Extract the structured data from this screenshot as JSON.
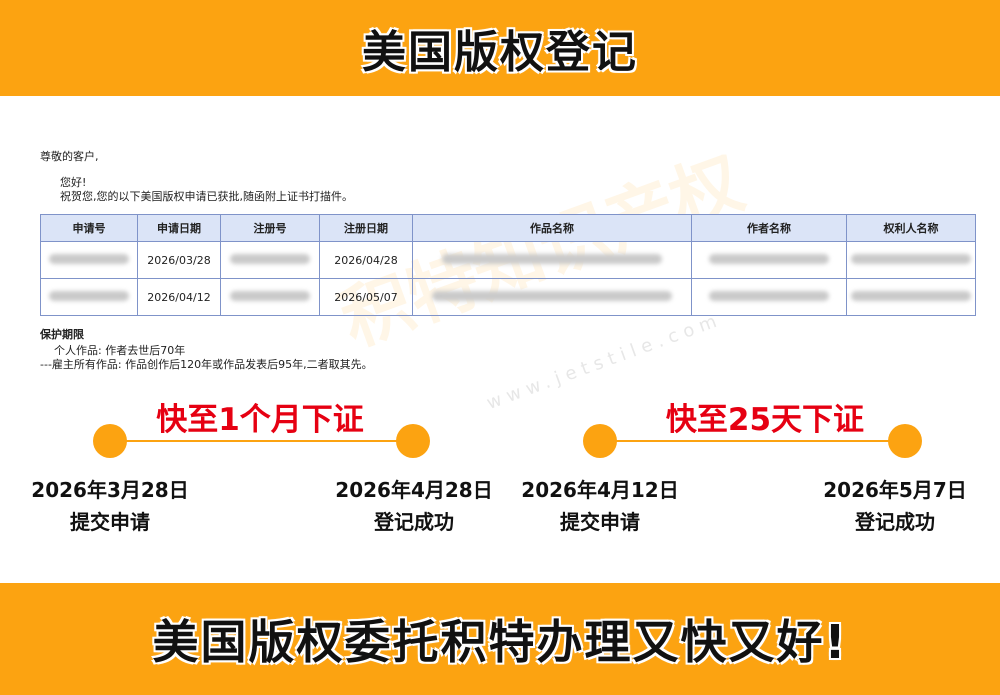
{
  "header": {
    "title": "美国版权登记"
  },
  "letter": {
    "greeting": "尊敬的客户,",
    "hello": "您好!",
    "congrats": "祝贺您,您的以下美国版权申请已获批,随函附上证书打描件。",
    "table": {
      "columns": [
        "申请号",
        "申请日期",
        "注册号",
        "注册日期",
        "作品名称",
        "作者名称",
        "权利人名称"
      ],
      "rows": [
        {
          "app_date": "2026/03/28",
          "reg_date": "2026/04/28"
        },
        {
          "app_date": "2026/04/12",
          "reg_date": "2026/05/07"
        }
      ]
    },
    "protection": {
      "title": "保护期限",
      "line1": "个人作品: 作者去世后70年",
      "line2": "---雇主所有作品: 作品创作后120年或作品发表后95年,二者取其先。"
    },
    "watermark": "积特知识产权",
    "watermark_url": "www.jetstile.com"
  },
  "timelines": [
    {
      "title": "快至1个月下证",
      "start_date": "2026年3月28日",
      "start_status": "提交申请",
      "end_date": "2026年4月28日",
      "end_status": "登记成功"
    },
    {
      "title": "快至25天下证",
      "start_date": "2026年4月12日",
      "start_status": "提交申请",
      "end_date": "2026年5月7日",
      "end_status": "登记成功"
    }
  ],
  "footer": {
    "slogan": "美国版权委托积特办理又快又好!"
  },
  "colors": {
    "accent": "#fca311",
    "highlight": "#e60012",
    "table_header": "#dbe4f7"
  }
}
